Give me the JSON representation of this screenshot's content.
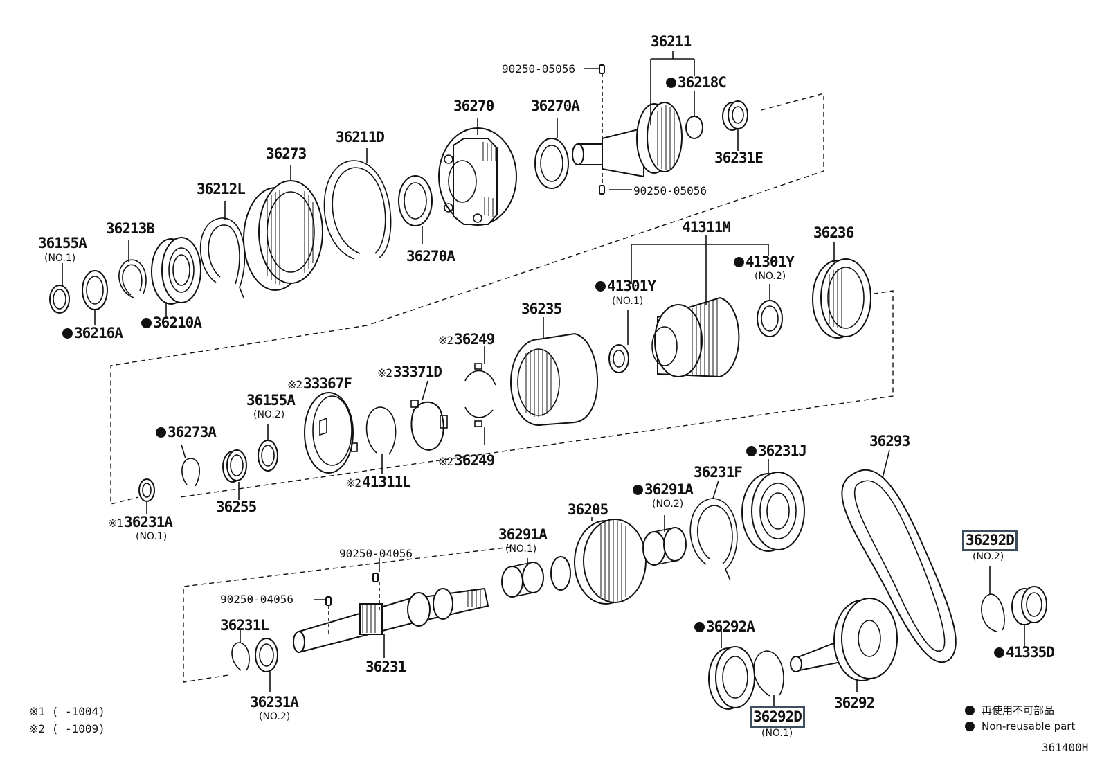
{
  "labels": {
    "p36211": "36211",
    "p90250_05056_a": "90250-05056",
    "p36218C": "36218C",
    "p36270": "36270",
    "p36270A_top": "36270A",
    "p36211D": "36211D",
    "p36273": "36273",
    "p36212L": "36212L",
    "p36213B": "36213B",
    "p36155A_1": "36155A",
    "p36155A_1_sub": "(NO.1)",
    "p36216A": "36216A",
    "p36210A": "36210A",
    "p36270A_bot": "36270A",
    "p90250_05056_b": "90250-05056",
    "p36231E": "36231E",
    "p41311M": "41311M",
    "p36236": "36236",
    "p41301Y_2": "41301Y",
    "p41301Y_2_sub": "(NO.2)",
    "p41301Y_1": "41301Y",
    "p41301Y_1_sub": "(NO.1)",
    "p36235": "36235",
    "p36249_top": "36249",
    "p33371D": "33371D",
    "p33367F": "33367F",
    "p36155A_2": "36155A",
    "p36155A_2_sub": "(NO.2)",
    "p36273A": "36273A",
    "p36249_bot": "36249",
    "p41311L": "41311L",
    "p36255": "36255",
    "p36231A_1": "36231A",
    "p36231A_1_sub": "(NO.1)",
    "p36293": "36293",
    "p36231J": "36231J",
    "p36231F": "36231F",
    "p36291A_2": "36291A",
    "p36291A_2_sub": "(NO.2)",
    "p36205": "36205",
    "p36291A_1": "36291A",
    "p36291A_1_sub": "(NO.1)",
    "p36292D_2": "36292D",
    "p36292D_2_sub": "(NO.2)",
    "p90250_04056_a": "90250-04056",
    "p90250_04056_b": "90250-04056",
    "p36231L": "36231L",
    "p36292A": "36292A",
    "p41335D": "41335D",
    "p36231": "36231",
    "p36231A_2": "36231A",
    "p36231A_2_sub": "(NO.2)",
    "p36292": "36292",
    "p36292D_1": "36292D",
    "p36292D_1_sub": "(NO.1)"
  },
  "marks": {
    "ref1": "※1",
    "ref2": "※2"
  },
  "footnotes": [
    {
      "mark": "※1",
      "text": "(     -1004)"
    },
    {
      "mark": "※2",
      "text": "(     -1009)"
    }
  ],
  "legend": {
    "jp": "再使用不可部品",
    "en": "Non-reusable part"
  },
  "diagram_code": "361400H",
  "highlight_color": "#3e4e5c"
}
